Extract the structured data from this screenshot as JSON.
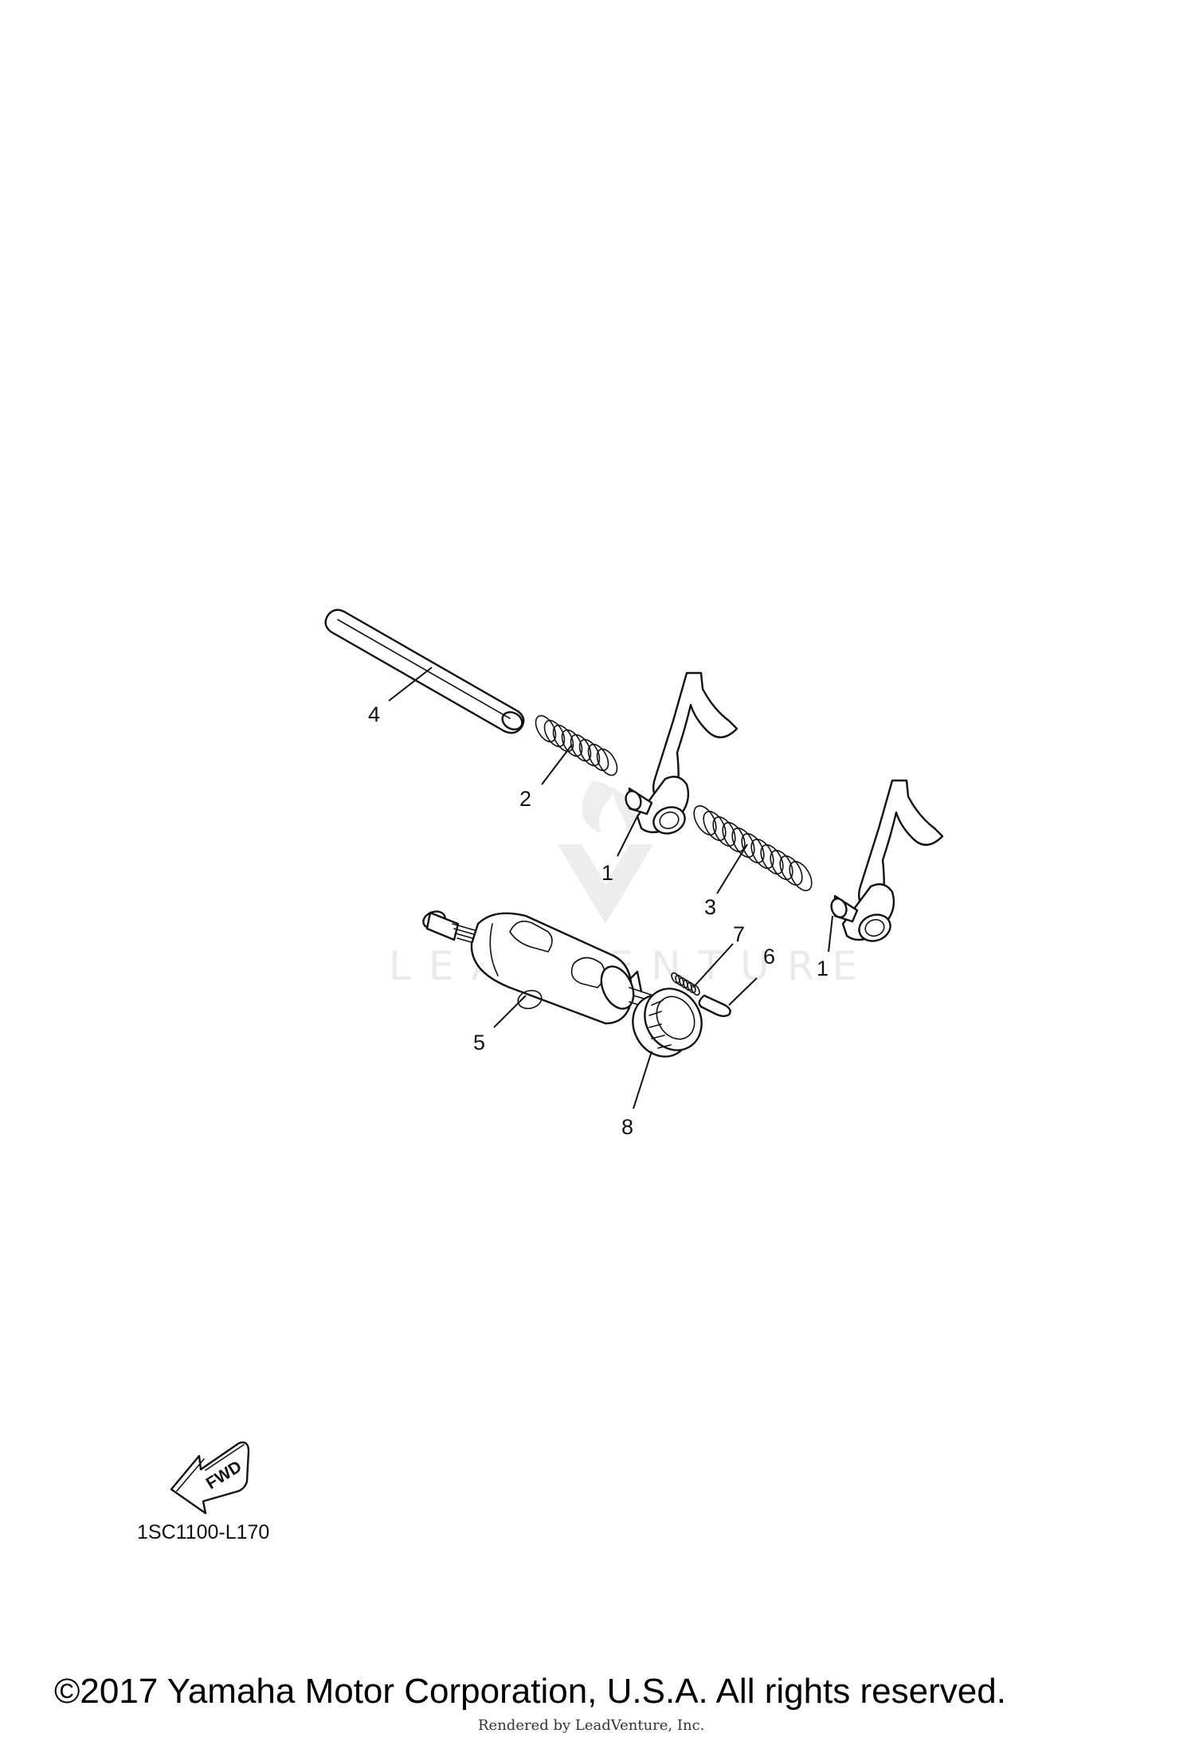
{
  "diagram": {
    "callouts": [
      "4",
      "2",
      "1",
      "3",
      "1",
      "7",
      "6",
      "5",
      "8"
    ],
    "parts": [
      {
        "name": "shift-fork-icon"
      },
      {
        "name": "spring-icon"
      },
      {
        "name": "spring-icon"
      },
      {
        "name": "shift-fork-guide-bar-icon"
      },
      {
        "name": "shift-drum-icon"
      },
      {
        "name": "pin-icon"
      },
      {
        "name": "spring-icon"
      },
      {
        "name": "bearing-icon"
      }
    ],
    "fwd_label": "FWD",
    "diagram_code": "1SC1100-L170",
    "watermark": "LEADVENTURE",
    "copyright": "©2017 Yamaha Motor Corporation, U.S.A. All rights reserved.",
    "rendered_by": "Rendered by LeadVenture, Inc."
  }
}
